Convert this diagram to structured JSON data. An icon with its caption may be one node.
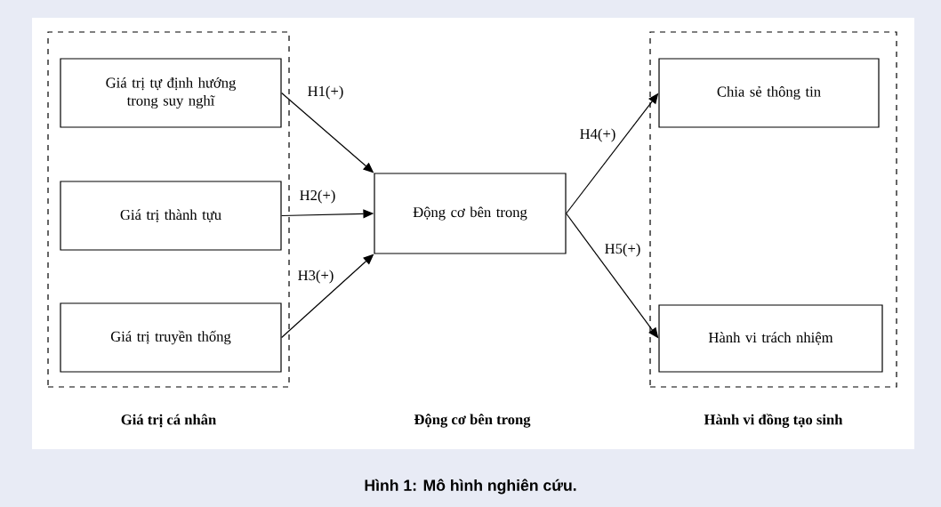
{
  "diagram": {
    "caption": "Hình 1: Mô hình nghiên cứu.",
    "nodes": [
      {
        "text": [
          "Giá trị cá nhân"
        ]
      },
      {
        "text": [
          "Giá trị tự định hướng trong suy nghĩ"
        ],
        "in": 0
      },
      {
        "text": [
          "Giá trị thành tựu"
        ],
        "in": 0
      },
      {
        "text": [
          "Giá trị truyền thống"
        ],
        "in": 0
      },
      {
        "text": [
          "Động cơ bên trong"
        ]
      },
      {
        "text": [
          "Hành vi đồng tạo sinh"
        ]
      },
      {
        "text": [
          "Chia sẻ thông tin"
        ],
        "in": 5
      },
      {
        "text": [
          "Hành vi trách nhiệm"
        ],
        "in": 5
      }
    ],
    "edges": [
      {
        "from": 1,
        "to": 4,
        "arrow": "to",
        "label": "H1(+)"
      },
      {
        "from": 2,
        "to": 4,
        "arrow": "to",
        "label": "H2(+)"
      },
      {
        "from": 3,
        "to": 4,
        "arrow": "to",
        "label": "H3(+)"
      },
      {
        "from": 4,
        "to": 6,
        "arrow": "to",
        "label": "H4(+)"
      },
      {
        "from": 4,
        "to": 7,
        "arrow": "to",
        "label": "H5(+)"
      }
    ],
    "labels": [
      "Động cơ bên trong"
    ]
  }
}
